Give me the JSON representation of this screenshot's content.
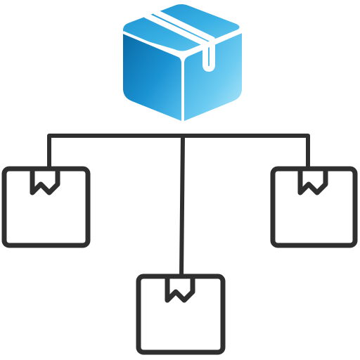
{
  "icon": {
    "name": "package-distribution-icon",
    "colors": {
      "line": "#2f2f2f",
      "cube_top_light": "#6dcdf0",
      "cube_top_mid": "#3fb4e6",
      "cube_left_dark": "#0b73ad",
      "cube_left_mid": "#1f9bd8",
      "cube_right_light": "#a9e3f8",
      "cube_right_mid": "#54bfea",
      "edge_highlight": "#ffffff",
      "tape": "#ffffff"
    },
    "parts": {
      "source": "colored-box-icon",
      "targets": [
        "outline-box-icon-left",
        "outline-box-icon-center",
        "outline-box-icon-right"
      ],
      "connector": "tree-connector-lines"
    }
  }
}
